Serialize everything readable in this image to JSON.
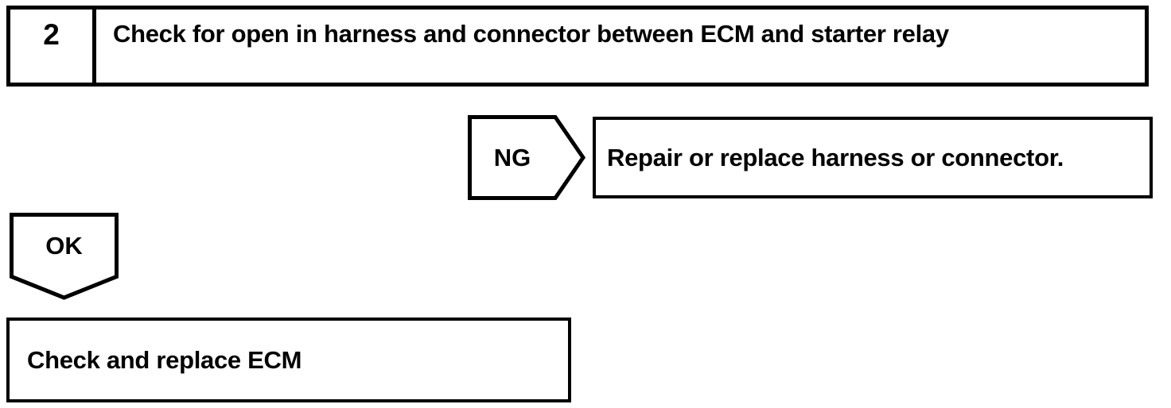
{
  "flowchart": {
    "step": {
      "number": "2",
      "title": "Check for open in harness and connector between ECM and starter relay"
    },
    "ng_branch": {
      "label": "NG",
      "action": "Repair or replace harness or connector."
    },
    "ok_branch": {
      "label": "OK",
      "action": "Check and replace ECM"
    },
    "colors": {
      "line": "#000000",
      "background": "#ffffff"
    }
  }
}
